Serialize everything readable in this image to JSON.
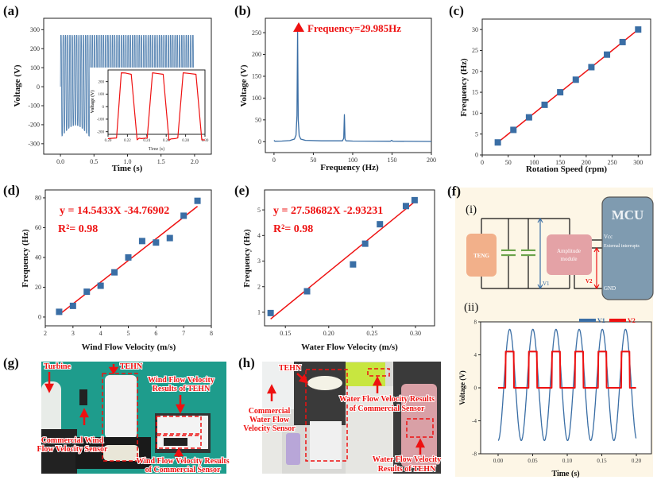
{
  "panel_labels": {
    "a": "(a)",
    "b": "(b)",
    "c": "(c)",
    "d": "(d)",
    "e": "(e)",
    "f": "(f)",
    "g": "(g)",
    "h": "(h)",
    "f_i": "(i)",
    "f_ii": "(ii)"
  },
  "colors": {
    "blue": "#3a6ea5",
    "red": "#ee1111",
    "panel_f_bg": "#fdf6e6",
    "mcu": "#7f9bb0",
    "teng": "#f2b08a",
    "amp": "#e4a2a6"
  },
  "chart_data": [
    {
      "id": "a",
      "type": "line",
      "xlabel": "Time (s)",
      "ylabel": "Voltage (V)",
      "xlim": [
        -0.25,
        2.25
      ],
      "ylim": [
        -355,
        360
      ],
      "xticks": [
        0,
        0.5,
        1,
        1.5,
        2
      ],
      "xtick_labels": [
        "0.0",
        "0.5",
        "1.0",
        "1.5",
        "2.0"
      ],
      "yticks": [
        -300,
        -200,
        -100,
        0,
        100,
        200,
        300
      ],
      "ytick_labels": [
        "-300",
        "-200",
        "-100",
        "0",
        "100",
        "200",
        "300"
      ],
      "signal": {
        "frequency_hz": 29.985,
        "amplitude_v": 270,
        "duration_s": 2
      },
      "inset": {
        "xlabel": "Time (s)",
        "ylabel": "Voltage (V)",
        "xlim": [
          0.2,
          0.3
        ],
        "ylim": [
          -221,
          293
        ],
        "xticks": [
          0.2,
          0.22,
          0.24,
          0.26,
          0.28,
          0.3
        ],
        "xtick_labels": [
          "0.20",
          "0.22",
          "0.24",
          "0.26",
          "0.28",
          "0.30"
        ],
        "yticks": [
          -200,
          -100,
          0,
          100,
          200
        ],
        "ytick_labels": [
          "-200",
          "-100",
          "0",
          "100",
          "200"
        ],
        "x": [
          0.2,
          0.2088,
          0.2137,
          0.218,
          0.2239,
          0.23,
          0.232,
          0.2345,
          0.2404,
          0.2459,
          0.25,
          0.2569,
          0.2629,
          0.265,
          0.269,
          0.272,
          0.2775,
          0.283,
          0.2907,
          0.2967,
          0.3
        ],
        "y": [
          -255,
          -250,
          270,
          268,
          258,
          -265,
          -252,
          -255,
          -250,
          270,
          266,
          258,
          -268,
          -258,
          -255,
          -250,
          270,
          266,
          258,
          -265,
          -266
        ]
      }
    },
    {
      "id": "b",
      "type": "line",
      "xlabel": "Frequency (Hz)",
      "ylabel": "Voltage (V)",
      "xlim": [
        -11,
        200
      ],
      "ylim": [
        -25,
        283
      ],
      "xticks": [
        0,
        50,
        100,
        150,
        200
      ],
      "xtick_labels": [
        "0",
        "50",
        "100",
        "150",
        "200"
      ],
      "yticks": [
        0,
        50,
        100,
        150,
        200,
        250
      ],
      "ytick_labels": [
        "0",
        "50",
        "100",
        "150",
        "200",
        "250"
      ],
      "annotation": "Frequency=29.985Hz",
      "peak": {
        "x": 29.985,
        "y": 258
      },
      "x": [
        0,
        1,
        10,
        20,
        26,
        28,
        29.2,
        29.985,
        30.8,
        32,
        34,
        40,
        60,
        87,
        88.6,
        89.5,
        90.3,
        91.5,
        100,
        148,
        149.5,
        151,
        200
      ],
      "y": [
        3,
        1,
        1.5,
        2.5,
        6,
        15,
        60,
        258,
        50,
        14,
        6,
        3,
        2,
        2,
        8,
        62,
        6,
        2,
        1.5,
        1,
        3,
        1,
        0.5
      ]
    },
    {
      "id": "c",
      "type": "scatter",
      "xlabel": "Rotation Speed (rpm)",
      "ylabel": "Frequency (Hz)",
      "xlim": [
        0,
        324
      ],
      "ylim": [
        0,
        32.5
      ],
      "xticks": [
        0,
        50,
        100,
        150,
        200,
        250,
        300
      ],
      "xtick_labels": [
        "0",
        "50",
        "100",
        "150",
        "200",
        "250",
        "300"
      ],
      "yticks": [
        0,
        5,
        10,
        15,
        20,
        25,
        30
      ],
      "ytick_labels": [
        "0",
        "5",
        "10",
        "15",
        "20",
        "25",
        "30"
      ],
      "x": [
        30,
        60,
        90,
        120,
        150,
        180,
        210,
        240,
        270,
        300
      ],
      "y": [
        3,
        6,
        9,
        12,
        15,
        18,
        21,
        24,
        27,
        30
      ],
      "fit": {
        "slope": 0.1,
        "intercept": 0,
        "x_range": [
          30,
          300
        ]
      }
    },
    {
      "id": "d",
      "type": "scatter",
      "xlabel": "Wind Flow Velocity (m/s)",
      "ylabel": "Frequency (Hz)",
      "xlim": [
        2,
        8
      ],
      "ylim": [
        -5.9,
        85.3
      ],
      "xticks": [
        2,
        3,
        4,
        5,
        6,
        7,
        8
      ],
      "xtick_labels": [
        "2",
        "3",
        "4",
        "5",
        "6",
        "7",
        "8"
      ],
      "yticks": [
        0,
        20,
        40,
        60,
        80
      ],
      "ytick_labels": [
        "0",
        "20",
        "40",
        "60",
        "80"
      ],
      "x": [
        2.5,
        3,
        3.5,
        4,
        4.5,
        5,
        5.5,
        6,
        6.5,
        7,
        7.5
      ],
      "y": [
        3.5,
        7.5,
        17,
        21,
        30,
        40,
        51,
        50,
        53,
        68,
        78
      ],
      "equation": "y = 14.5433X -34.76902",
      "r2": "R²= 0.98",
      "fit": {
        "slope": 14.5433,
        "intercept": -34.76902,
        "x_range": [
          2.5,
          7.5
        ]
      }
    },
    {
      "id": "e",
      "type": "scatter",
      "xlabel": "Water Flow Velocity (m/s)",
      "ylabel": "Frequency (Hz)",
      "xlim": [
        0.126,
        0.322
      ],
      "ylim": [
        0.47,
        5.78
      ],
      "xticks": [
        0.15,
        0.2,
        0.25,
        0.3
      ],
      "xtick_labels": [
        "0.15",
        "0.20",
        "0.25",
        "0.30"
      ],
      "yticks": [
        1,
        2,
        3,
        4,
        5
      ],
      "ytick_labels": [
        "1",
        "2",
        "3",
        "4",
        "5"
      ],
      "x": [
        0.133,
        0.175,
        0.228,
        0.242,
        0.259,
        0.289,
        0.299
      ],
      "y": [
        0.97,
        1.82,
        2.87,
        3.68,
        4.44,
        5.15,
        5.38
      ],
      "equation": "y = 27.58682X -2.93231",
      "r2": "R²= 0.98",
      "fit": {
        "slope": 27.58682,
        "intercept": -2.93231,
        "x_range": [
          0.133,
          0.3
        ]
      }
    },
    {
      "id": "f_ii",
      "type": "line",
      "xlabel": "Time (s)",
      "ylabel": "Voltage (V)",
      "xlim": [
        -0.0253,
        0.2218
      ],
      "ylim": [
        -8,
        8
      ],
      "xticks": [
        0,
        0.05,
        0.1,
        0.15,
        0.2
      ],
      "xtick_labels": [
        "0.00",
        "0.05",
        "0.10",
        "0.15",
        "0.20"
      ],
      "yticks": [
        -8,
        -4,
        0,
        4,
        8
      ],
      "ytick_labels": [
        "-8",
        "-4",
        "0",
        "4",
        "8"
      ],
      "legend": [
        "V1",
        "V2"
      ],
      "legend_position": "top-right",
      "v1": {
        "frequency_hz": 29.85,
        "amplitude_v": 6.75,
        "offset_v": 0.35
      },
      "v2": {
        "high_v": 4.4,
        "low_v": 0,
        "threshold_v": 3.5
      }
    }
  ],
  "circuit": {
    "teng": "TENG",
    "amplitude_module": [
      "Amplitude",
      "module"
    ],
    "mcu": "MCU",
    "vcc": "Vcc",
    "interrupt": "External interrupts",
    "gnd": "GND",
    "v1": "V1",
    "v2": "V2"
  },
  "photo_g": {
    "turbine": "Turbine",
    "tehn": "TEHN",
    "wind_tehn": [
      "Wind Flow Velocity",
      "Results of TEHN"
    ],
    "commercial_sensor": [
      "Commercial Wind",
      "Flow Velocity Sensor"
    ],
    "wind_commercial": [
      "Wind Flow Velocity Results",
      "of Commercial Sensor"
    ]
  },
  "photo_h": {
    "tehn": "TEHN",
    "commercial_sensor": [
      "Commercial",
      "Water Flow",
      "Velocity Sensor"
    ],
    "water_commercial": [
      "Water Flow Velocity Results",
      "of Commercial Sensor"
    ],
    "water_tehn": [
      "Water Flow Velocity",
      "Results of TEHN"
    ]
  }
}
